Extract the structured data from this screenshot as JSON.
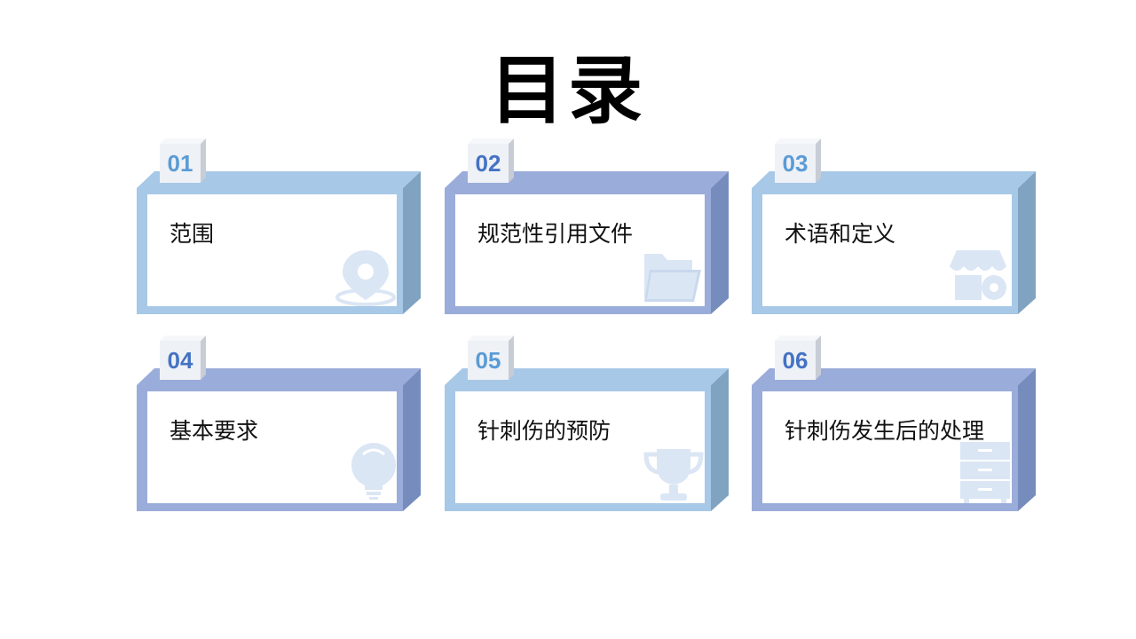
{
  "title": "目录",
  "colors": {
    "light_frame": "#a7c8e7",
    "light_side": "#7fa3c0",
    "dark_frame": "#9aacd9",
    "dark_side": "#768cbd",
    "num_light": "#5a9bd5",
    "num_dark": "#4472c4",
    "icon_fill": "#dbe6f4"
  },
  "sections": [
    {
      "num": "01",
      "label": "范围",
      "icon": "location-pin-icon",
      "theme": "light"
    },
    {
      "num": "02",
      "label": "规范性引用文件",
      "icon": "folder-icon",
      "theme": "dark"
    },
    {
      "num": "03",
      "label": "术语和定义",
      "icon": "shop-gear-icon",
      "theme": "light"
    },
    {
      "num": "04",
      "label": "基本要求",
      "icon": "lightbulb-icon",
      "theme": "dark"
    },
    {
      "num": "05",
      "label": "针刺伤的预防",
      "icon": "trophy-icon",
      "theme": "light"
    },
    {
      "num": "06",
      "label": "针刺伤发生后的处理",
      "icon": "cabinet-icon",
      "theme": "dark"
    }
  ]
}
